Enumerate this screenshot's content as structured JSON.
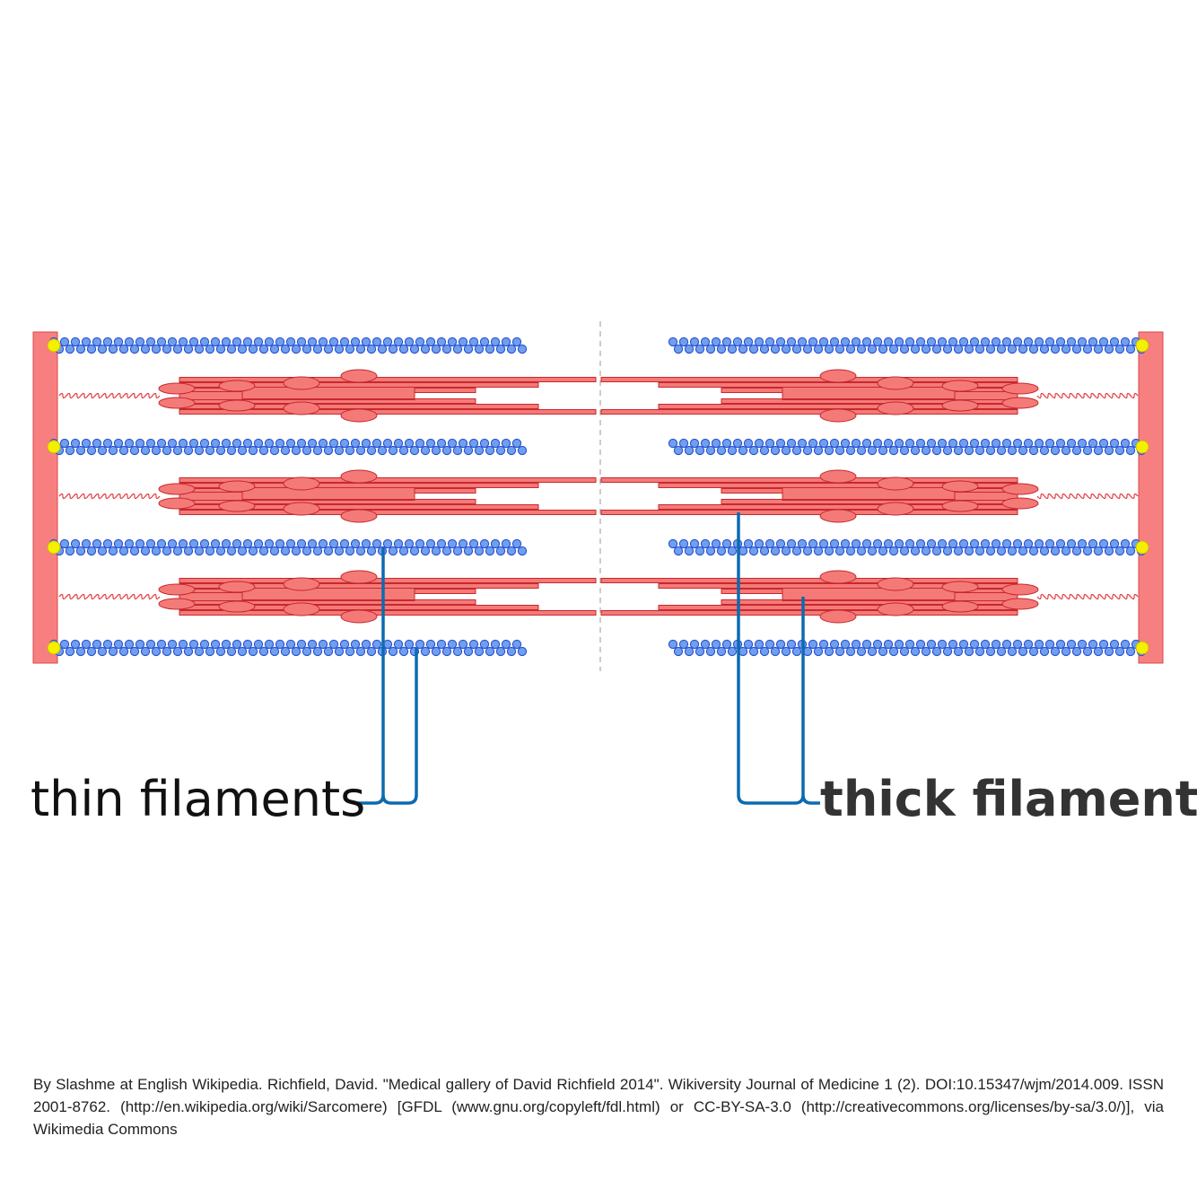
{
  "labels": {
    "thin": "thin filaments",
    "thick": "thick filaments"
  },
  "caption": "By Slashme at English Wikipedia. Richfield, David. \"Medical gallery of David Richfield 2014\". Wikiversity Journal of Medicine 1 (2). DOI:10.15347/wjm/2014.009. ISSN 2001-8762. (http://en.wikipedia.org/wiki/Sarcomere) [GFDL (www.gnu.org/copyleft/fdl.html) or CC-BY-SA-3.0 (http://creativecommons.org/licenses/by-sa/3.0/)], via Wikimedia Commons",
  "colors": {
    "actin_fill": "#6fa0ee",
    "actin_stroke": "#2a4fd0",
    "myosin_fill": "#f47a78",
    "myosin_stroke": "#c8282e",
    "z_disc": "#f77f80",
    "anchor": "#f5ef00",
    "leader": "#0b6bb0"
  }
}
